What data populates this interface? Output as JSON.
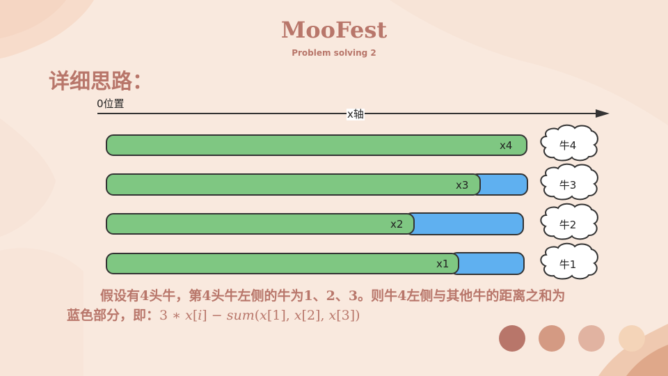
{
  "slide": {
    "title": "MooFest",
    "subtitle": "Problem solving 2",
    "heading": "详细思路："
  },
  "diagram": {
    "origin_label": "0位置",
    "axis_label": "x轴",
    "bars": [
      {
        "label": "x4",
        "cow": "牛4",
        "blue_part": false
      },
      {
        "label": "x3",
        "cow": "牛3",
        "blue_part": true
      },
      {
        "label": "x2",
        "cow": "牛2",
        "blue_part": true
      },
      {
        "label": "x1",
        "cow": "牛1",
        "blue_part": true
      }
    ]
  },
  "description": {
    "line1": "假设有4头牛，第4头牛左侧的牛为1、2、3。则牛4左侧与其他牛的距离之和为",
    "line2_prefix": "蓝色部分，即：",
    "formula": "3 ∗ 𝑥[𝑖] − 𝑠𝑢𝑚(𝑥[1], 𝑥[2], 𝑥[3])"
  },
  "palette": {
    "background": "#f9e9de",
    "accent_text": "#b8766a",
    "bar_green": "#7fc782",
    "bar_blue": "#5fb0f0",
    "dots": [
      "#b8766a",
      "#d49a83",
      "#e1b3a1",
      "#f4d4b8"
    ]
  }
}
